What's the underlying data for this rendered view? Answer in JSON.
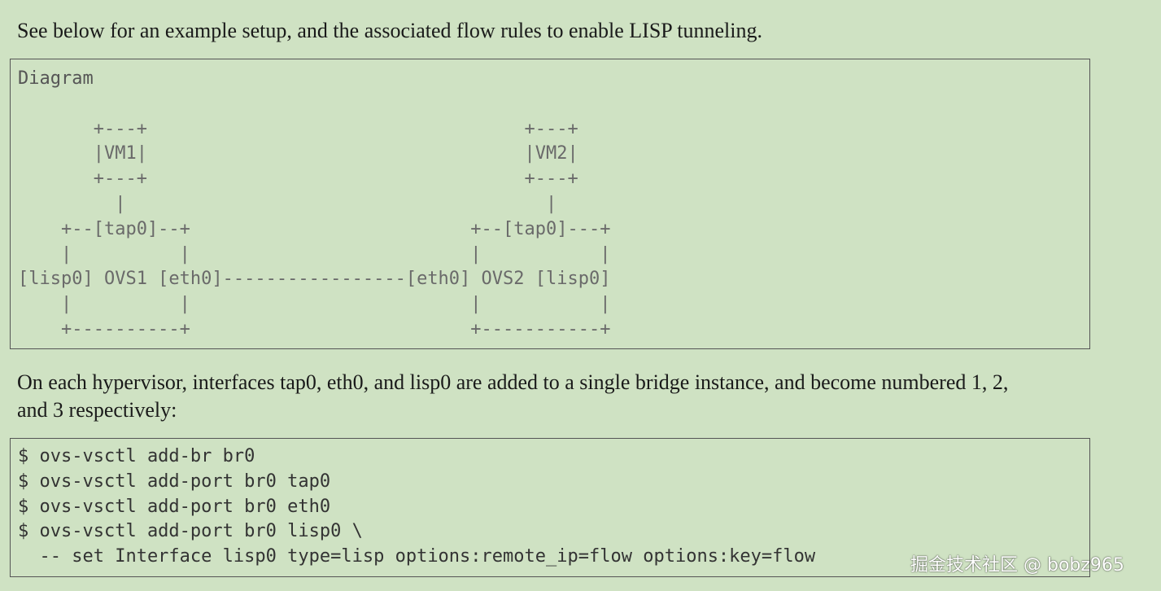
{
  "intro": "See below for an example setup, and the associated flow rules to enable LISP tunneling.",
  "diagram": {
    "title": "Diagram",
    "art_lines": [
      "",
      "",
      "       +---+                                   +---+",
      "       |VM1|                                   |VM2|",
      "       +---+                                   +---+",
      "         |                                       |",
      "    +--[tap0]--+                          +--[tap0]---+",
      "    |          |                          |           |",
      "[lisp0] OVS1 [eth0]-----------------[eth0] OVS2 [lisp0]",
      "    |          |                          |           |",
      "    +----------+                          +-----------+"
    ]
  },
  "para2": {
    "line1": "On each hypervisor, interfaces tap0, eth0, and lisp0 are added to a single bridge instance, and become numbered 1, 2,",
    "line2": "and 3 respectively:"
  },
  "code": {
    "lines": [
      "$ ovs-vsctl add-br br0",
      "$ ovs-vsctl add-port br0 tap0",
      "$ ovs-vsctl add-port br0 eth0",
      "$ ovs-vsctl add-port br0 lisp0 \\",
      "  -- set Interface lisp0 type=lisp options:remote_ip=flow options:key=flow"
    ]
  },
  "watermark": "掘金技术社区 @ bobz965"
}
